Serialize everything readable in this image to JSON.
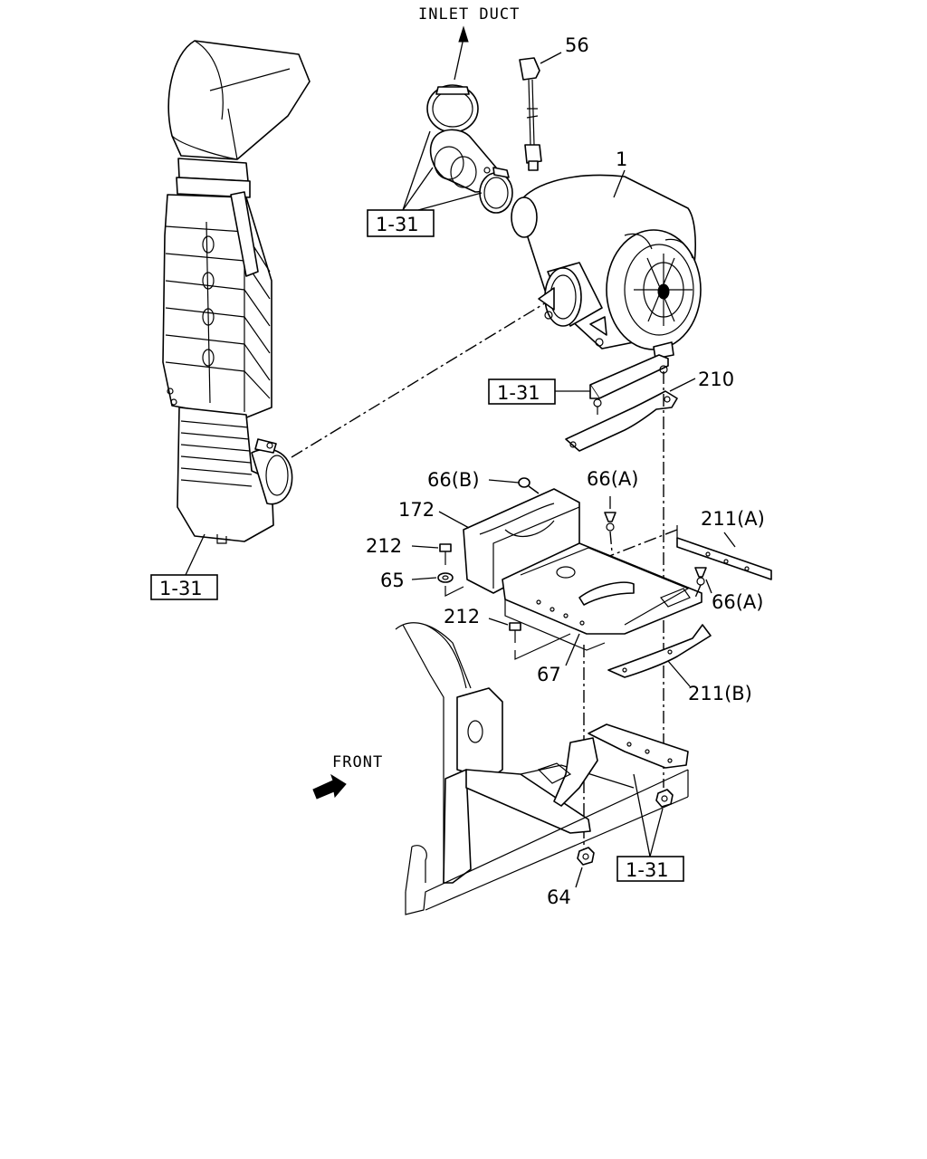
{
  "diagram": {
    "inlet_duct_label": "INLET DUCT",
    "front_label": "FRONT",
    "refs": {
      "top_clamps": "1-31",
      "left_hose": "1-31",
      "bracket": "1-31",
      "bottom_mount": "1-31"
    },
    "callouts": {
      "p56": "56",
      "p1": "1",
      "p210": "210",
      "p66b": "66(B)",
      "p66a_top": "66(A)",
      "p172": "172",
      "p211a": "211(A)",
      "p212_top": "212",
      "p65": "65",
      "p66a_right": "66(A)",
      "p212_bottom": "212",
      "p67": "67",
      "p211b": "211(B)",
      "p64": "64"
    }
  }
}
